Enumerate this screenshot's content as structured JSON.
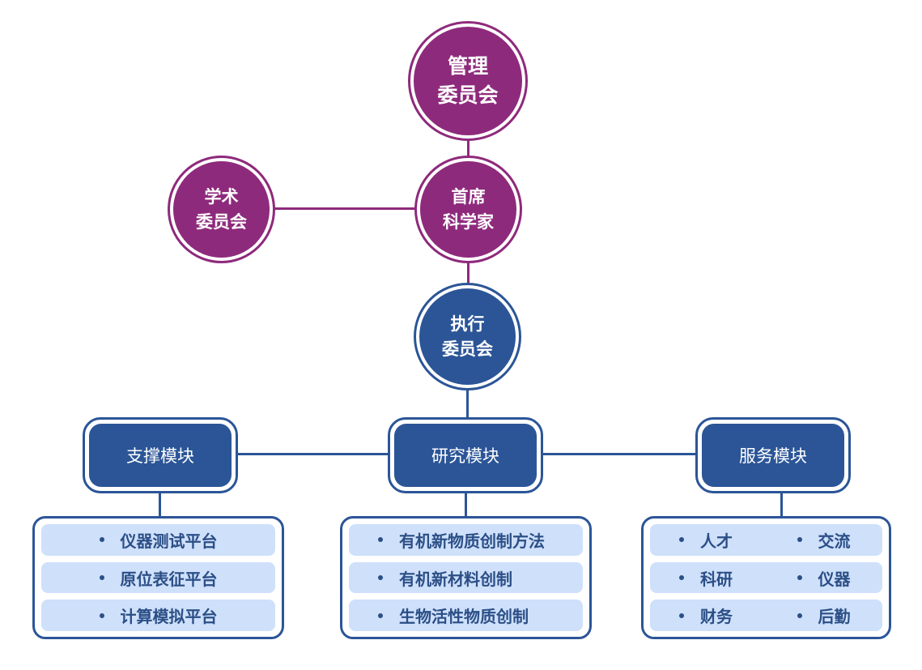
{
  "colors": {
    "governance": "#8e2a7c",
    "executive": "#2b5597",
    "list_fill": "#cfe0fb",
    "list_text": "#2b4f86"
  },
  "nodes": {
    "management_committee": {
      "line1": "管理",
      "line2": "委员会"
    },
    "chief_scientist": {
      "line1": "首席",
      "line2": "科学家"
    },
    "academic_committee": {
      "line1": "学术",
      "line2": "委员会"
    },
    "executive_committee": {
      "line1": "执行",
      "line2": "委员会"
    }
  },
  "modules": [
    {
      "label": "支撑模块",
      "items": [
        "仪器测试平台",
        "原位表征平台",
        "计算模拟平台"
      ]
    },
    {
      "label": "研究模块",
      "items": [
        "有机新物质创制方法",
        "有机新材料创制",
        "生物活性物质创制"
      ]
    },
    {
      "label": "服务模块",
      "items": [
        [
          "人才",
          "交流"
        ],
        [
          "科研",
          "仪器"
        ],
        [
          "财务",
          "后勤"
        ]
      ]
    }
  ]
}
